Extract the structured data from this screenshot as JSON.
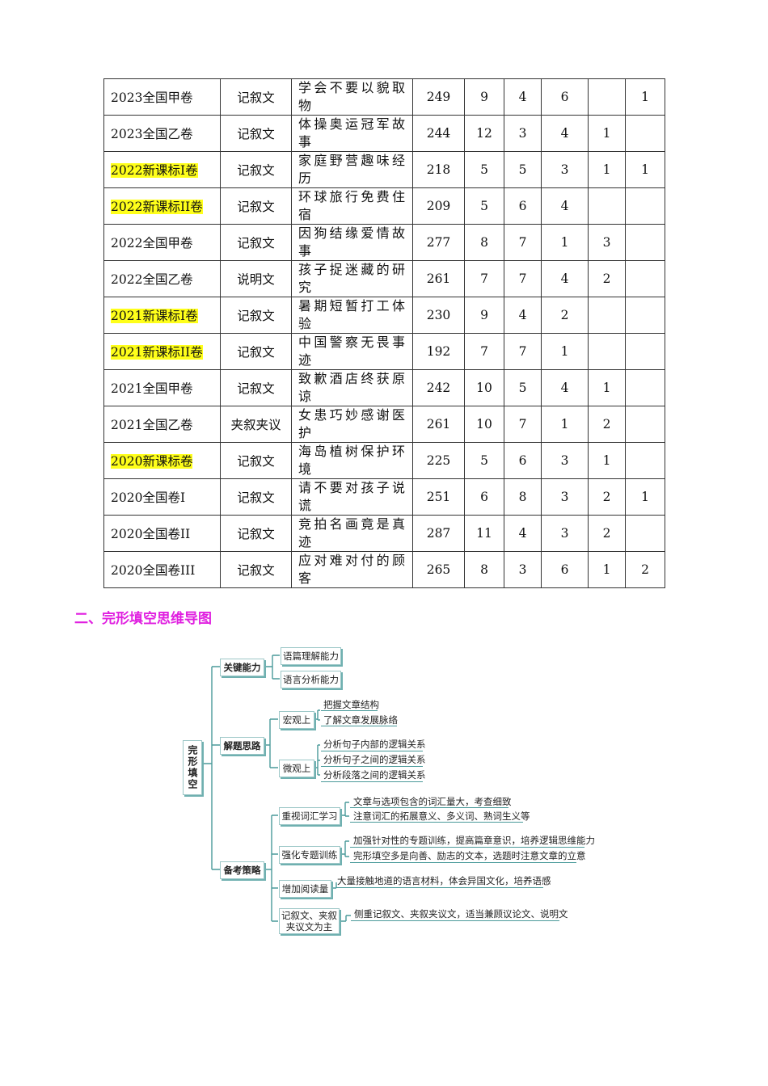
{
  "table": {
    "rows": [
      {
        "paper": "2023全国甲卷",
        "highlight": false,
        "genre": "记叙文",
        "topic": "学会不要以貌取物",
        "words": "249",
        "c1": "9",
        "c2": "4",
        "c3": "6",
        "c4": "",
        "c5": "1"
      },
      {
        "paper": "2023全国乙卷",
        "highlight": false,
        "genre": "记叙文",
        "topic": "体操奥运冠军故事",
        "words": "244",
        "c1": "12",
        "c2": "3",
        "c3": "4",
        "c4": "1",
        "c5": ""
      },
      {
        "paper": "2022新课标I卷",
        "highlight": true,
        "genre": "记叙文",
        "topic": "家庭野营趣味经历",
        "words": "218",
        "c1": "5",
        "c2": "5",
        "c3": "3",
        "c4": "1",
        "c5": "1"
      },
      {
        "paper": "2022新课标II卷",
        "highlight": true,
        "genre": "记叙文",
        "topic": "环球旅行免费住宿",
        "words": "209",
        "c1": "5",
        "c2": "6",
        "c3": "4",
        "c4": "",
        "c5": ""
      },
      {
        "paper": "2022全国甲卷",
        "highlight": false,
        "genre": "记叙文",
        "topic": "因狗结缘爱情故事",
        "words": "277",
        "c1": "8",
        "c2": "7",
        "c3": "1",
        "c4": "3",
        "c5": ""
      },
      {
        "paper": "2022全国乙卷",
        "highlight": false,
        "genre": "说明文",
        "topic": "孩子捉迷藏的研究",
        "words": "261",
        "c1": "7",
        "c2": "7",
        "c3": "4",
        "c4": "2",
        "c5": ""
      },
      {
        "paper": "2021新课标I卷",
        "highlight": true,
        "genre": "记叙文",
        "topic": "暑期短暂打工体验",
        "words": "230",
        "c1": "9",
        "c2": "4",
        "c3": "2",
        "c4": "",
        "c5": ""
      },
      {
        "paper": "2021新课标II卷",
        "highlight": true,
        "genre": "记叙文",
        "topic": "中国警察无畏事迹",
        "words": "192",
        "c1": "7",
        "c2": "7",
        "c3": "1",
        "c4": "",
        "c5": ""
      },
      {
        "paper": "2021全国甲卷",
        "highlight": false,
        "genre": "记叙文",
        "topic": "致歉酒店终获原谅",
        "words": "242",
        "c1": "10",
        "c2": "5",
        "c3": "4",
        "c4": "1",
        "c5": ""
      },
      {
        "paper": "2021全国乙卷",
        "highlight": false,
        "genre": "夹叙夹议",
        "topic": "女患巧妙感谢医护",
        "words": "261",
        "c1": "10",
        "c2": "7",
        "c3": "1",
        "c4": "2",
        "c5": ""
      },
      {
        "paper": "2020新课标卷",
        "highlight": true,
        "genre": "记叙文",
        "topic": "海岛植树保护环境",
        "words": "225",
        "c1": "5",
        "c2": "6",
        "c3": "3",
        "c4": "1",
        "c5": ""
      },
      {
        "paper": "2020全国卷I",
        "highlight": false,
        "genre": "记叙文",
        "topic": "请不要对孩子说谎",
        "words": "251",
        "c1": "6",
        "c2": "8",
        "c3": "3",
        "c4": "2",
        "c5": "1"
      },
      {
        "paper": "2020全国卷II",
        "highlight": false,
        "genre": "记叙文",
        "topic": "竞拍名画竟是真迹",
        "words": "287",
        "c1": "11",
        "c2": "4",
        "c3": "3",
        "c4": "2",
        "c5": ""
      },
      {
        "paper": "2020全国卷III",
        "highlight": false,
        "genre": "记叙文",
        "topic": "应对难对付的顾客",
        "words": "265",
        "c1": "8",
        "c2": "3",
        "c3": "6",
        "c4": "1",
        "c5": "2"
      }
    ],
    "highlight_color": "#ffff1a"
  },
  "section": {
    "title": "二、完形填空思维导图",
    "title_color": "#e020e0"
  },
  "mindmap": {
    "root": "完形填空",
    "b1": {
      "label": "关键能力",
      "items": [
        "语篇理解能力",
        "语言分析能力"
      ]
    },
    "b2": {
      "label": "解题思路",
      "macro": {
        "label": "宏观上",
        "items": [
          "把握文章结构",
          "了解文章发展脉络"
        ]
      },
      "micro": {
        "label": "微观上",
        "items": [
          "分析句子内部的逻辑关系",
          "分析句子之间的逻辑关系",
          "分析段落之间的逻辑关系"
        ]
      }
    },
    "b3": {
      "label": "备考策略",
      "s1": {
        "label": "重视词汇学习",
        "items": [
          "文章与选项包含的词汇量大，考查细致",
          "注意词汇的拓展意义、多义词、熟词生义等"
        ]
      },
      "s2": {
        "label": "强化专题训练",
        "items": [
          "加强针对性的专题训练，提高篇章意识，培养逻辑思维能力",
          "完形填空多是向善、励志的文本，选题时注意文章的立意"
        ]
      },
      "s3": {
        "label": "增加阅读量",
        "items": [
          "大量接触地道的语言材料，体会异国文化，培养语感"
        ]
      },
      "s4": {
        "label": "记叙文、夹叙夹议文为主",
        "items": [
          "侧重记叙文、夹叙夹议文，适当兼顾议论文、说明文"
        ]
      }
    },
    "line_color": "#4a9a9a"
  }
}
